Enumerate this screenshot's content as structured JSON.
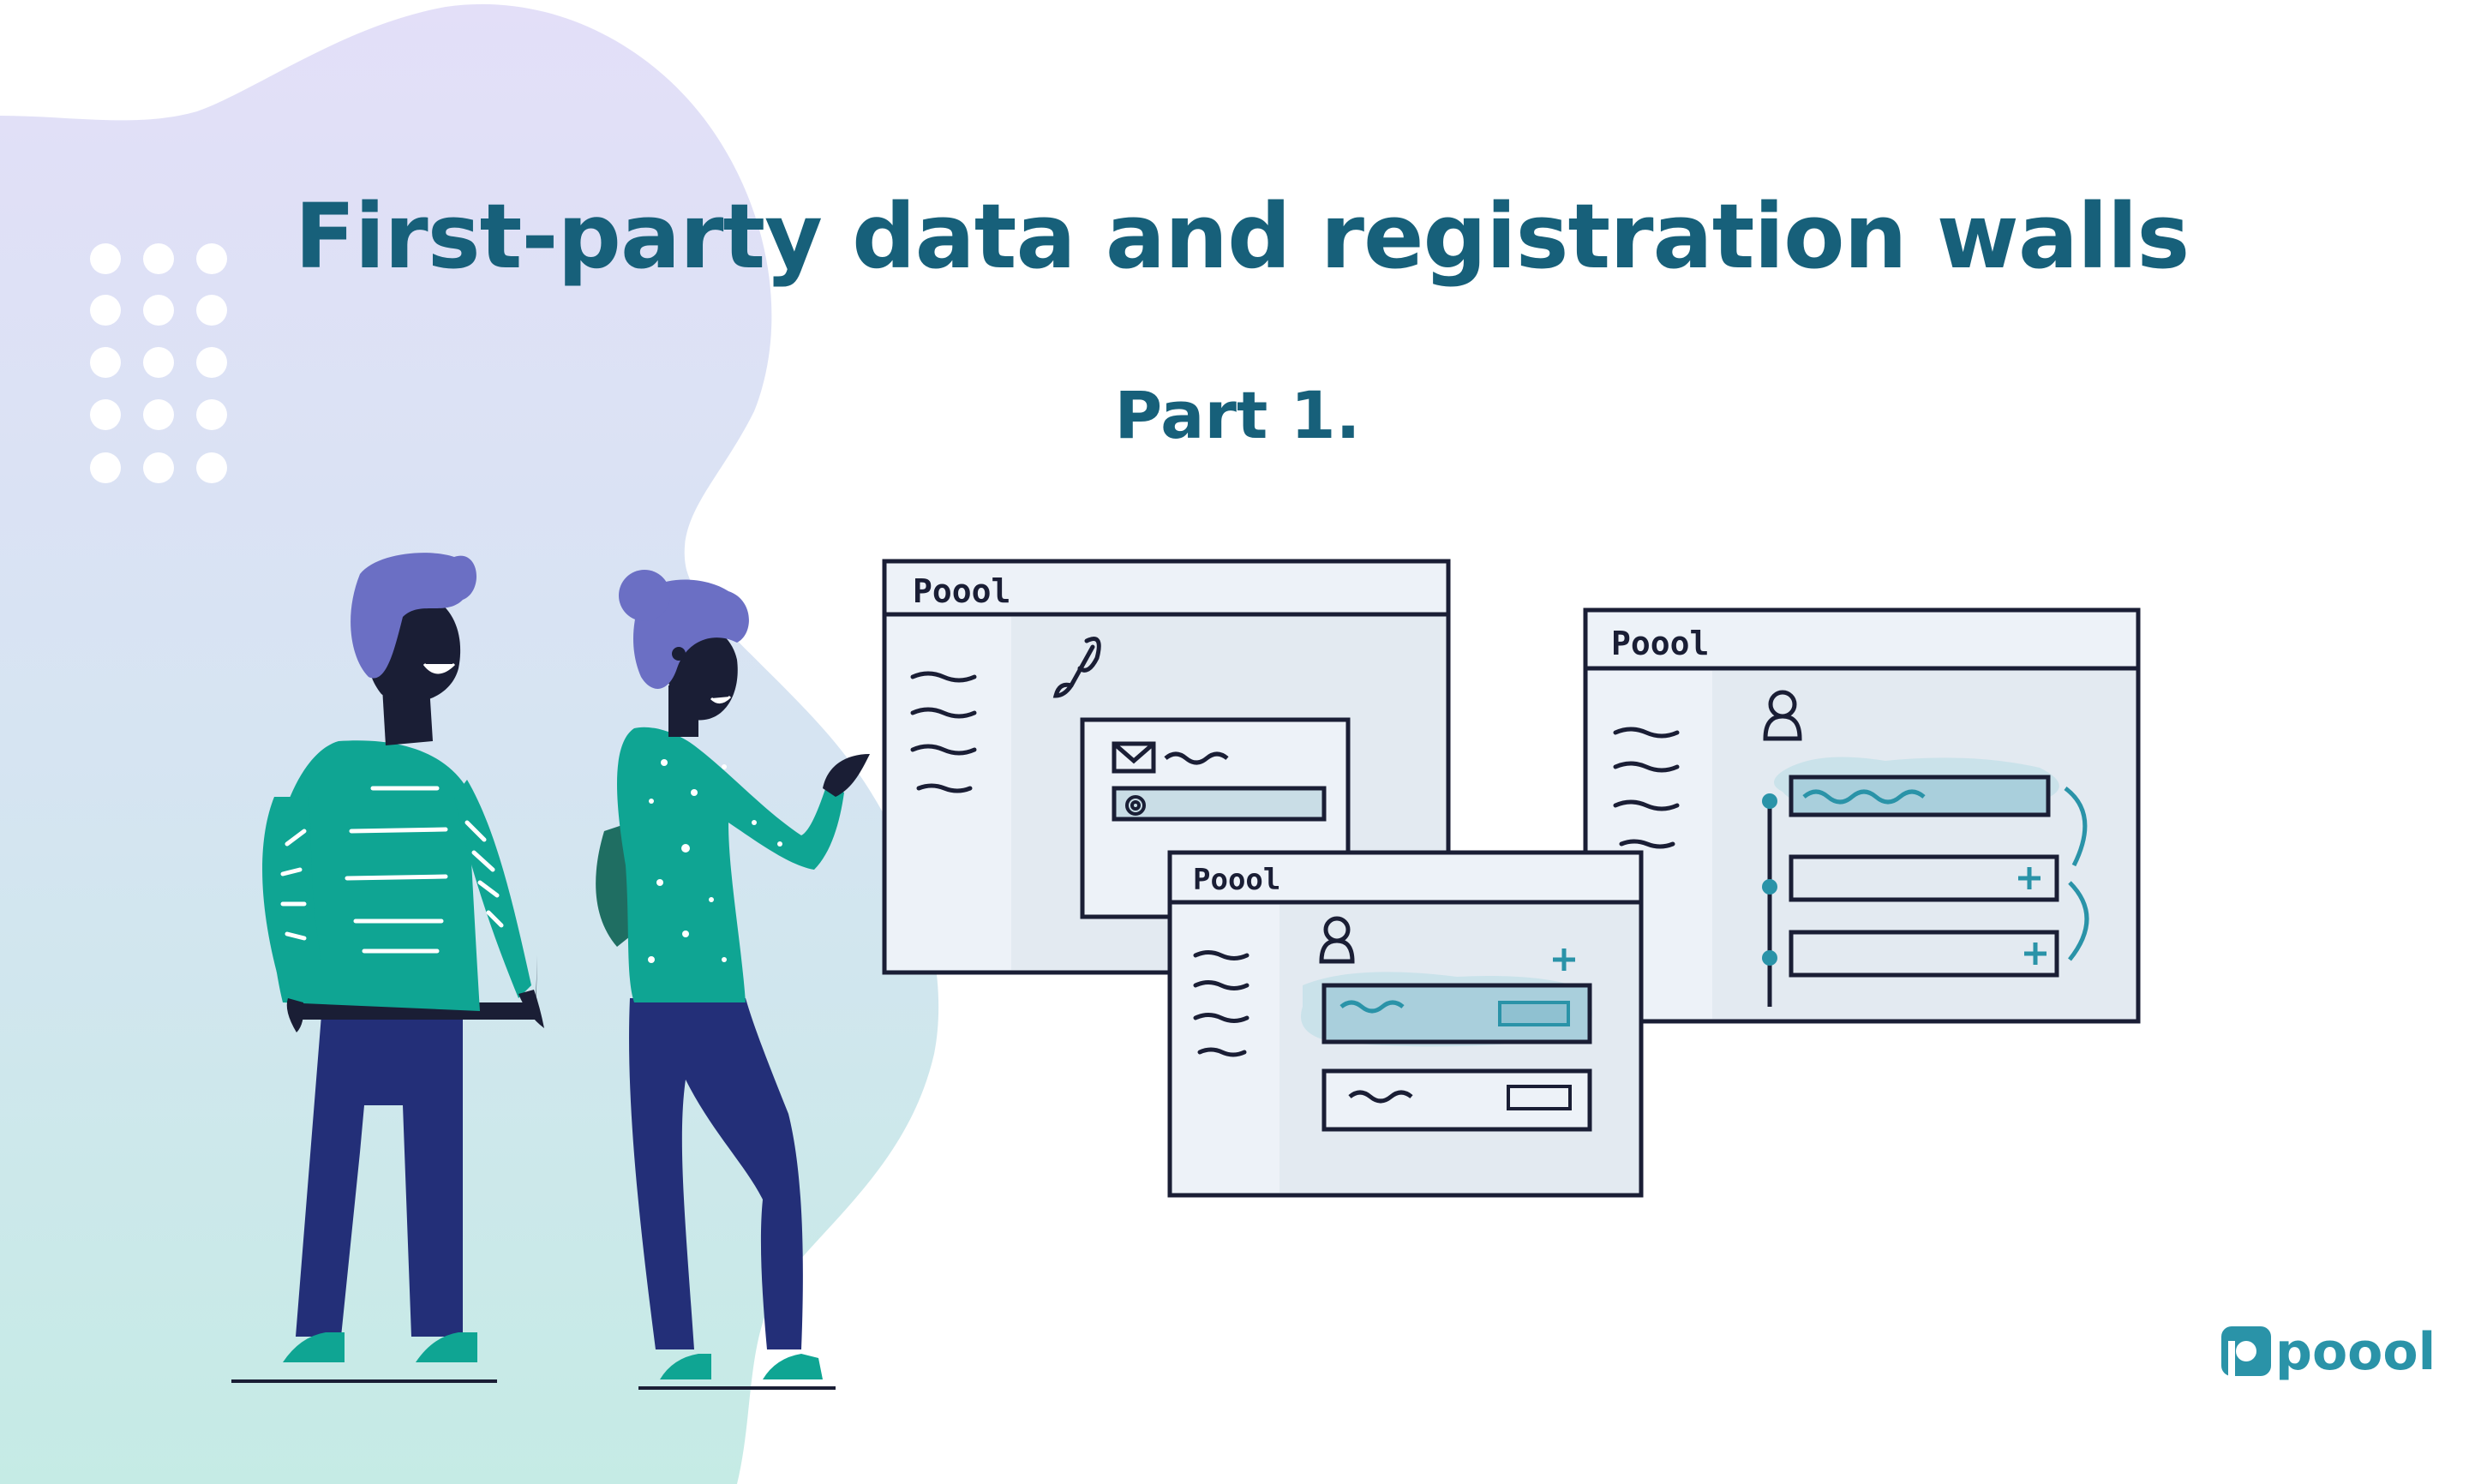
{
  "header": {
    "title": "First-party data and registration walls",
    "subtitle": "Part 1."
  },
  "windows": {
    "back_left": {
      "brand": "Poool"
    },
    "front_middle": {
      "brand": "Poool"
    },
    "right": {
      "brand": "Poool"
    }
  },
  "brand": {
    "logo_text": "poool"
  },
  "colors": {
    "title": "#17607a",
    "accent_teal": "#2a93a8",
    "sweater_green": "#0fa593",
    "pants_navy": "#232f78",
    "hair_purple": "#6b6fc4",
    "window_fill": "#e3eaf1",
    "window_bar": "#edf2f8",
    "line_dark": "#1a1e35",
    "blob_top": "#e1def7",
    "blob_bottom": "#c5ebe5"
  },
  "icons": [
    "pencil-brush-icon",
    "envelope-icon",
    "fingerprint-icon",
    "user-icon",
    "plus-icon",
    "curved-arrow-icon",
    "dot-grid-icon"
  ]
}
